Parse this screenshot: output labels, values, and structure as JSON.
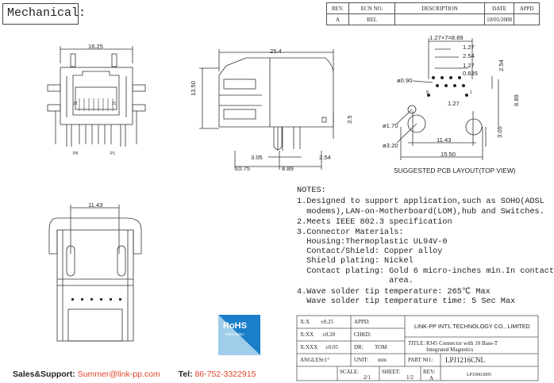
{
  "header": {
    "title": "Mechanical:"
  },
  "revision_table": {
    "headers": [
      "REV.",
      "ECN NO.",
      "DESCRIPTION",
      "DATE",
      "APPD"
    ],
    "row": [
      "A",
      "REL",
      "",
      "10/05/2008",
      ""
    ]
  },
  "drawings": {
    "front": {
      "width": "16.25",
      "pin_left": "P8",
      "pin_right": "P1",
      "led_left": "J8",
      "led_right": "J1"
    },
    "side": {
      "length": "25.4",
      "height": "13.50",
      "standoff": "3.5",
      "d1": "3.05",
      "d2": "2.54",
      "d3": "10.75",
      "d4": "8.89"
    },
    "pcb": {
      "pitch_total": "1.27×7=8.89",
      "d_127a": "1.27",
      "d_254": "2.54",
      "d_127b": "1.27",
      "d_0635": "0.635",
      "d_254v": "2.54",
      "d_127c": "1.27",
      "d_889v": "8.89",
      "d_305v": "3.05",
      "hole_090": "ø0.90",
      "hole_170": "ø1.70",
      "hole_320": "ø3.20",
      "d_1143": "11.43",
      "d_1550": "15.50",
      "pin_label_8": "8",
      "pin_label_1": "1",
      "caption": "SUGGESTED PCB LAYOUT(TOP VIEW)"
    },
    "bottom": {
      "width": "11.43"
    }
  },
  "notes": {
    "heading": "NOTES:",
    "lines": [
      "1.Designed to support application,such as SOHO(ADSL",
      "  modems),LAN-on-Motherboard(LOM),hub and Switches.",
      "2.Meets IEEE 802.3 specification",
      "3.Connector Materials:",
      "  Housing:Thermoplastic UL94V-0",
      "  Contact/Shield: Copper alloy",
      "  Shield plating: Nickel",
      "  Contact plating: Gold 6 micro-inches min.In contact",
      "                   area.",
      "4.Wave solder tip temperature: 265℃ Max",
      "  Wave solder tip temperature time: 5 Sec Max"
    ]
  },
  "title_block": {
    "tol1_label": "X:X",
    "tol1_val": "±0.25",
    "tol2_label": "X:XX",
    "tol2_val": "±0.20",
    "tol3_label": "X:XXX",
    "tol3_val": "±0.05",
    "angles_label": "ANGLES",
    "angles_val": "±1°",
    "appd": "APPD:",
    "chkd": "CHKD:",
    "dr_label": "DR:",
    "dr_val": "TOM",
    "unit_label": "UNIT:",
    "unit_val": "mm",
    "company": "LINK-PP INT'L TECHNOLOGY CO., LIMITED",
    "title_label": "TITLE:",
    "title_l1": "RJ45 Connector with 10 Base-T",
    "title_l2": "Integrated Magnetics",
    "part_label": "PART NO.:",
    "part_val": "LPJ1216CNL",
    "scale_label": "SCALE:",
    "scale_val": "2/1",
    "sheet_label": "SHEET:",
    "sheet_val": "1/2",
    "rev_label": "REV:",
    "rev_val": "A",
    "doc_no": "LP10063005"
  },
  "logo": {
    "text": "RoHS",
    "sub": "2002/95/EC",
    "color": "#1a7ec8"
  },
  "footer": {
    "sales_label": "Sales&Support:",
    "email": "Summer@link-pp.com",
    "tel_label": "Tel:",
    "tel_val": "86-752-3322915",
    "label_color": "#111111",
    "value_color": "#e0442a"
  }
}
